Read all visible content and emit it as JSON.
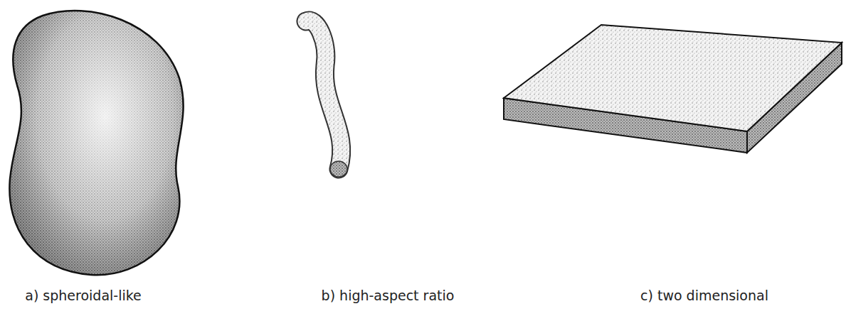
{
  "diagram": {
    "labels": [
      "a) spheroidal-like",
      "b) high-aspect ratio",
      "c) two dimensional"
    ]
  }
}
